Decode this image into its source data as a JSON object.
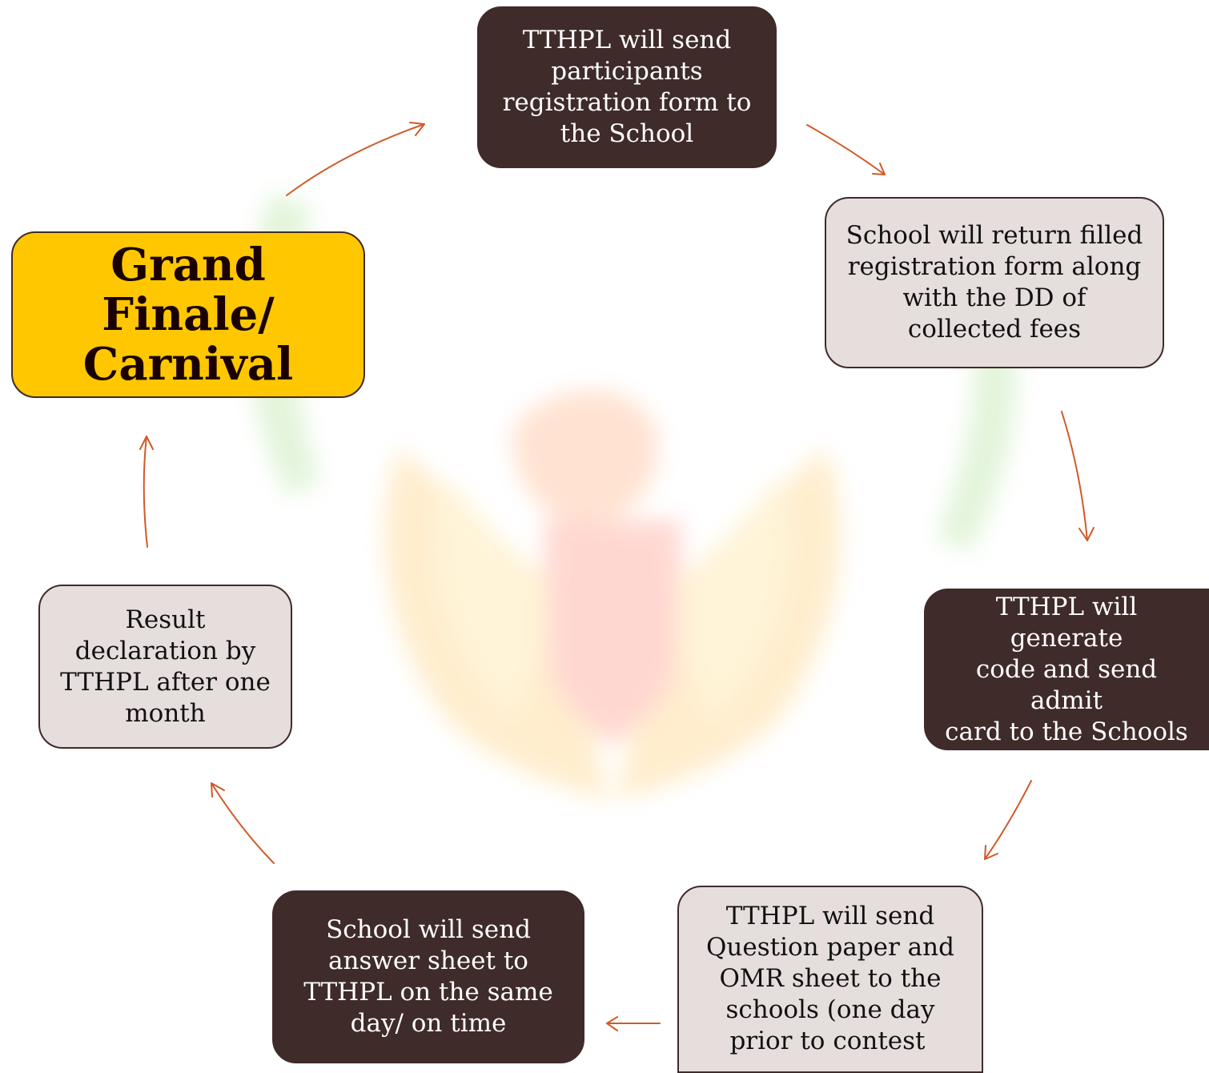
{
  "nodes": {
    "n1": "TTHPL will send\nparticipants\nregistration form to\nthe School",
    "n2": "School will return filled\nregistration form along\nwith the DD of\ncollected fees",
    "n3": "TTHPL will generate\ncode and send admit\ncard to the Schools",
    "n4": "TTHPL will send\nQuestion paper and\nOMR sheet to the\nschools (one day\nprior to contest",
    "n4_tail": ")",
    "n5": "School will send\nanswer sheet to\nTTHPL  on the same\nday/ on time",
    "n6": "Result\ndeclaration by\nTTHPL after one\nmonth",
    "n7": "Grand Finale/\nCarnival"
  },
  "colors": {
    "dark_node": "#3f2b2a",
    "light_node": "#e6dedd",
    "accent_node": "#fec700",
    "arrow": "#d05a2a"
  },
  "icons": {
    "watermark": "eagle-emblem"
  }
}
